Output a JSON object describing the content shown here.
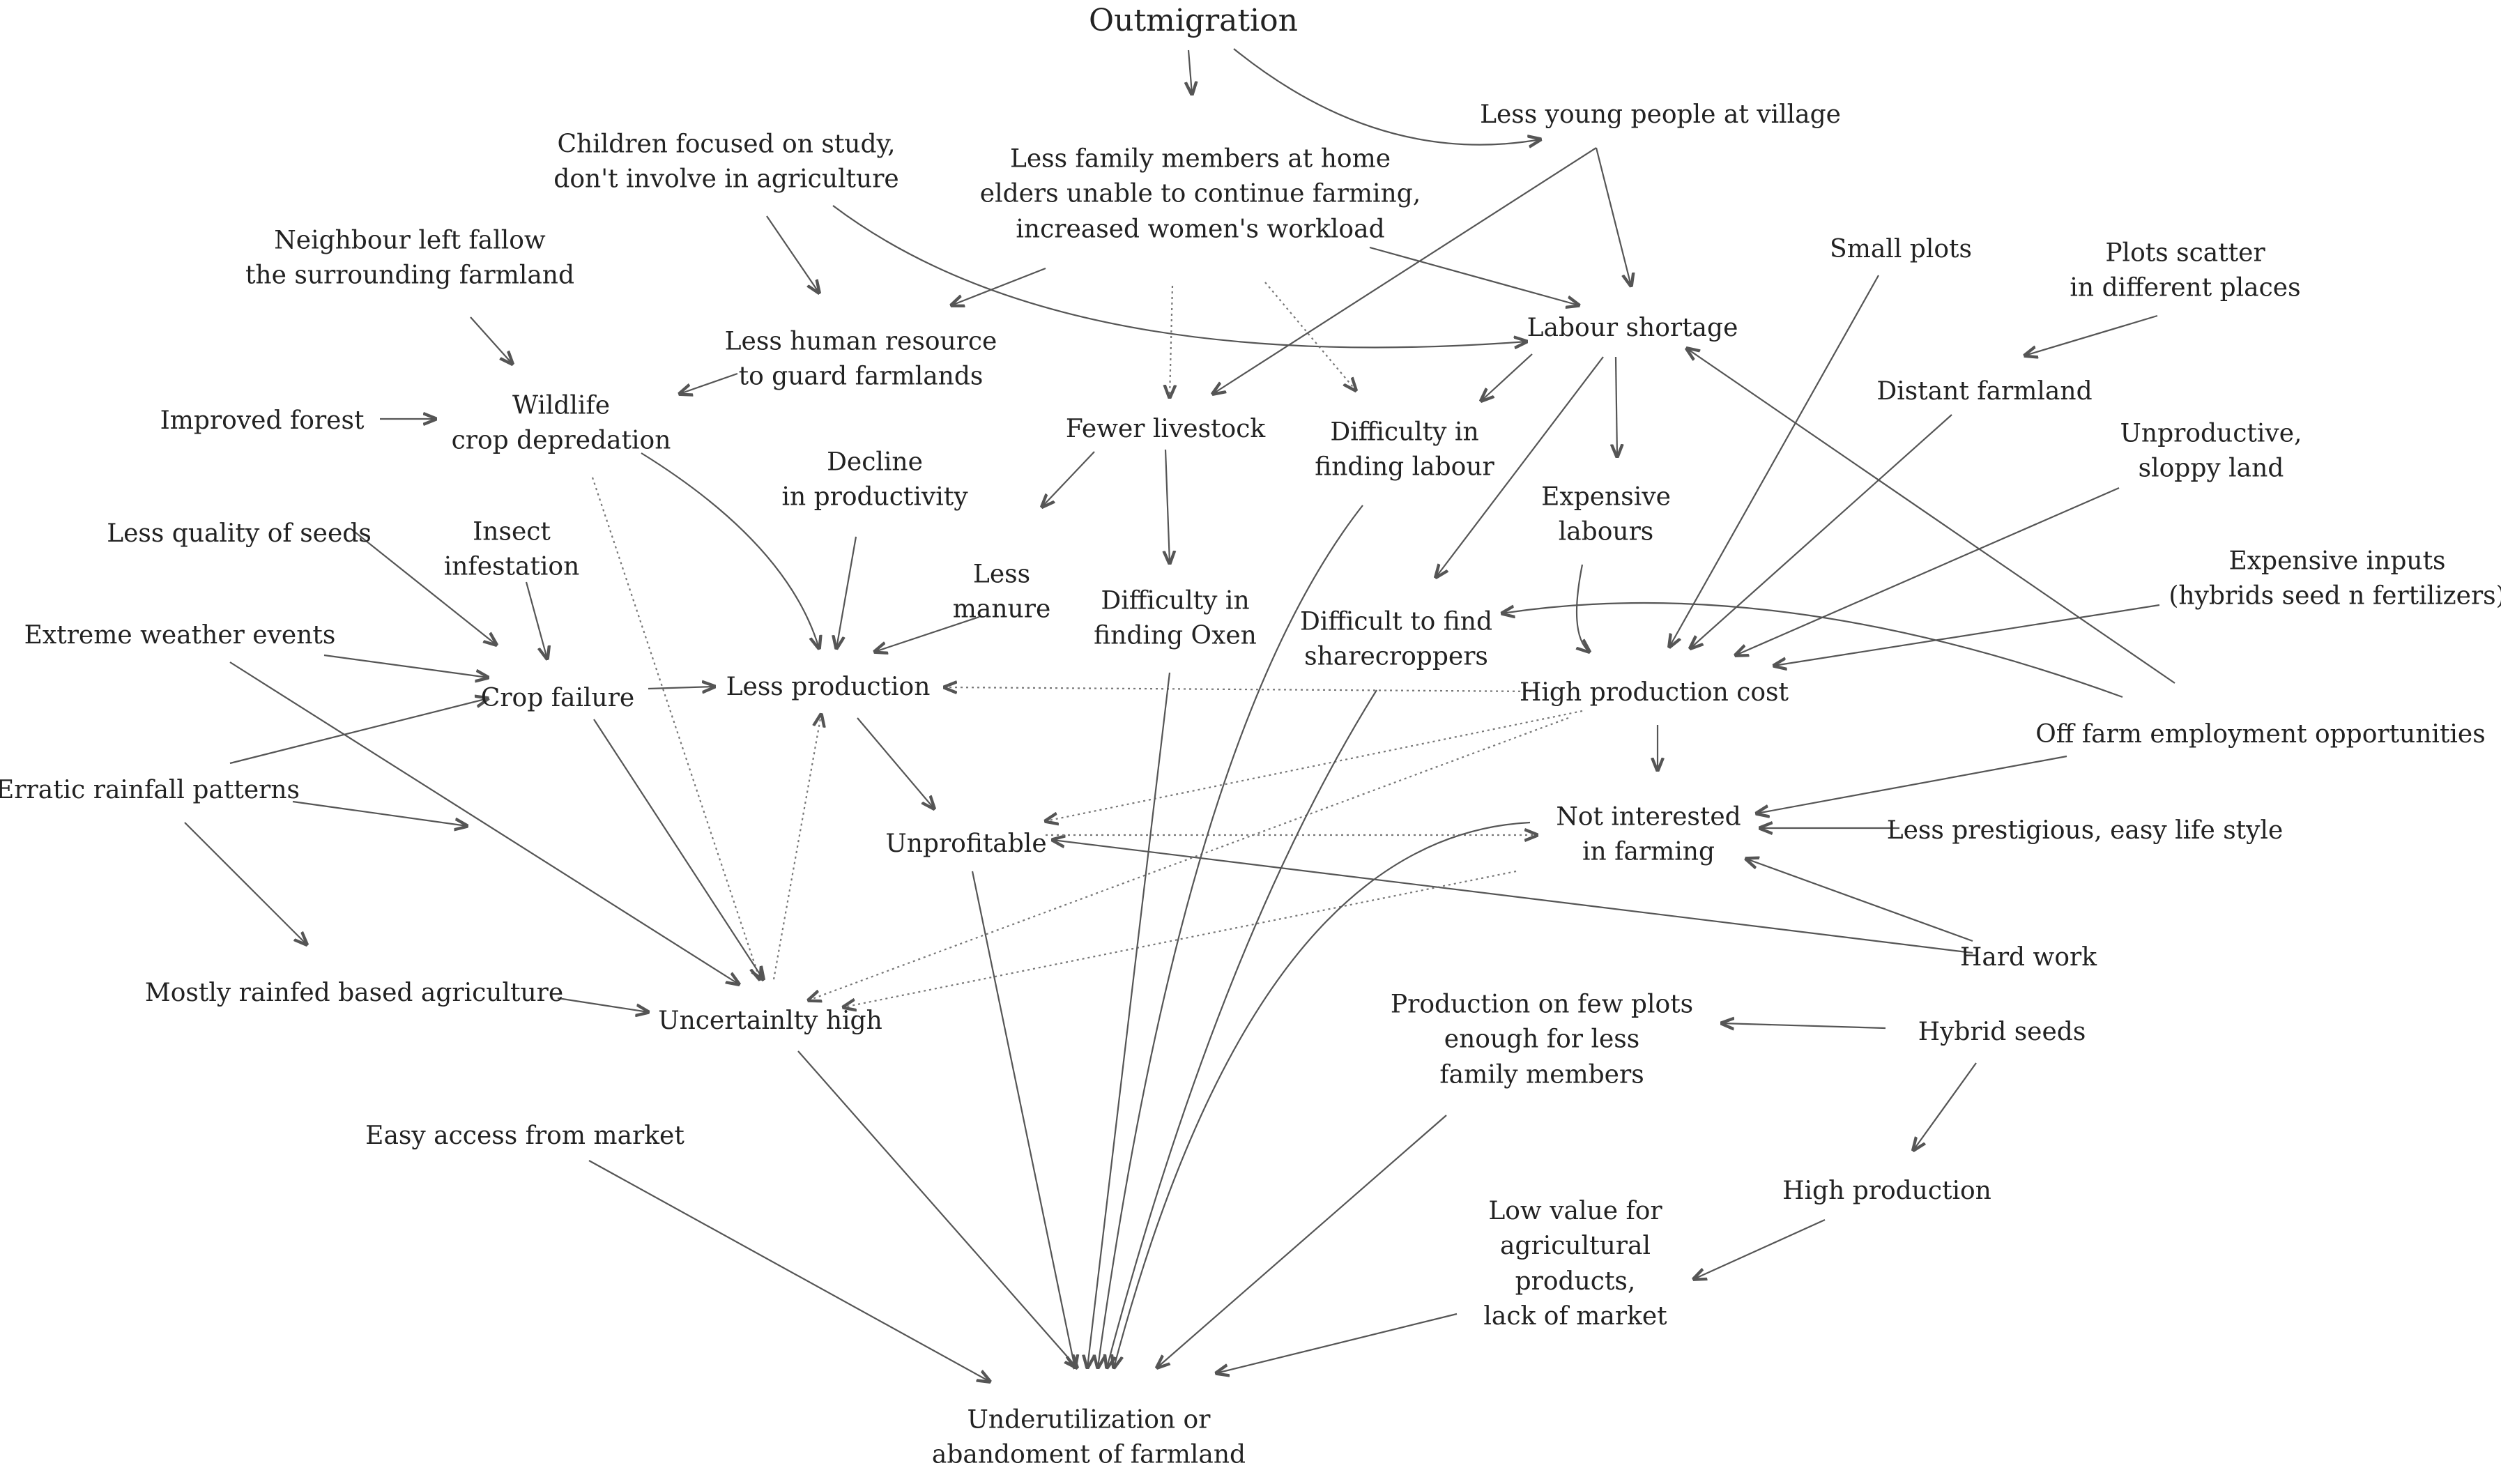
{
  "nodes": {
    "outmigration": [
      "Outmigration"
    ],
    "less_young": [
      "Less young people at village"
    ],
    "children_study": [
      "Children focused on study,",
      "don't involve in agriculture"
    ],
    "less_family": [
      "Less family members at home",
      "elders unable to continue farming,",
      "increased women's workload"
    ],
    "neighbour_fallow": [
      "Neighbour left fallow",
      "the surrounding farmland"
    ],
    "less_human": [
      "Less human resource",
      "to guard farmlands"
    ],
    "labour_shortage": [
      "Labour shortage"
    ],
    "small_plots": [
      "Small plots"
    ],
    "plots_scatter": [
      "Plots scatter",
      "in different places"
    ],
    "distant_farmland": [
      "Distant farmland"
    ],
    "improved_forest": [
      "Improved forest"
    ],
    "wildlife": [
      "Wildlife",
      "crop depredation"
    ],
    "fewer_livestock": [
      "Fewer livestock"
    ],
    "difficulty_labour": [
      "Difficulty in",
      "finding labour"
    ],
    "unproductive": [
      "Unproductive,",
      "sloppy land"
    ],
    "decline_productivity": [
      "Decline",
      "in productivity"
    ],
    "expensive_labours": [
      "Expensive",
      "labours"
    ],
    "less_quality_seeds": [
      "Less quality of seeds"
    ],
    "insect": [
      "Insect",
      "infestation"
    ],
    "less_manure": [
      "Less",
      "manure"
    ],
    "expensive_inputs": [
      "Expensive inputs",
      "(hybrids seed n fertilizers)"
    ],
    "extreme_weather": [
      "Extreme weather events"
    ],
    "difficulty_oxen": [
      "Difficulty in",
      "finding Oxen"
    ],
    "sharecroppers": [
      "Difficult to find",
      "sharecroppers"
    ],
    "crop_failure": [
      "Crop failure"
    ],
    "less_production": [
      "Less production"
    ],
    "high_cost": [
      "High production cost"
    ],
    "off_farm": [
      "Off farm employment opportunities"
    ],
    "erratic_rainfall": [
      "Erratic rainfall patterns"
    ],
    "not_interested": [
      "Not interested",
      "in farming"
    ],
    "unprofitable": [
      "Unprofitable"
    ],
    "less_prestigious": [
      "Less prestigious, easy life style"
    ],
    "hard_work": [
      "Hard work"
    ],
    "rainfed": [
      "Mostly rainfed based agriculture"
    ],
    "uncertainty": [
      "Uncertainlty high"
    ],
    "few_plots": [
      "Production on few plots",
      "enough for less",
      "family members"
    ],
    "hybrid_seeds": [
      "Hybrid seeds"
    ],
    "easy_access": [
      "Easy access from market"
    ],
    "high_production": [
      "High production"
    ],
    "low_value": [
      "Low value for",
      "agricultural",
      "products,",
      "lack of market"
    ],
    "underutilization": [
      "Underutilization or",
      "abandoment of farmland"
    ]
  }
}
